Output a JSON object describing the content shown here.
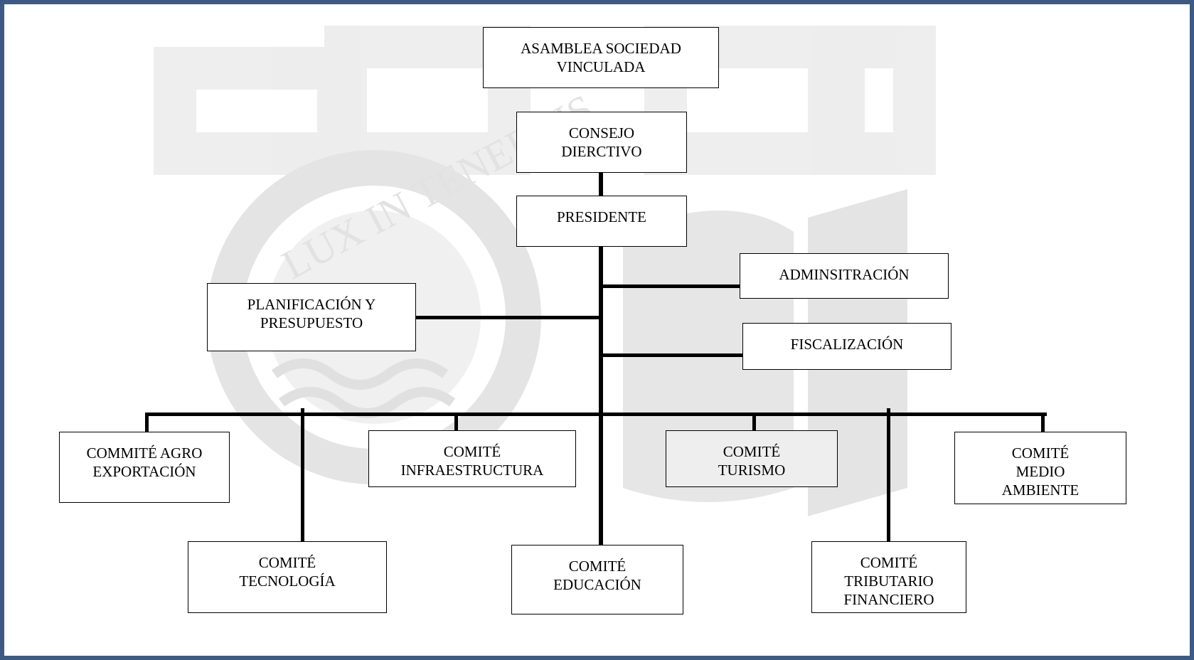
{
  "colors": {
    "frame_border": "#3c5a84",
    "line": "#000000",
    "box_border": "#000000",
    "watermark": "#e7e7e7"
  },
  "watermark": {
    "seal_motto": "LUX IN TENEBRIS LUCET"
  },
  "nodes": {
    "asamblea": "ASAMBLEA SOCIEDAD\nVINCULADA",
    "consejo": "CONSEJO\nDIERCTIVO",
    "presidente": "PRESIDENTE",
    "administracion": "ADMINSITRACIÓN",
    "planificacion": "PLANIFICACIÓN Y\nPRESUPUESTO",
    "fiscalizacion": "FISCALIZACIÓN",
    "agro": "COMMITÉ AGRO\nEXPORTACIÓN",
    "infraestructura": "COMITÉ\nINFRAESTRUCTURA",
    "turismo": "COMITÉ\nTURISMO",
    "medio_ambiente": "COMITÉ\nMEDIO\nAMBIENTE",
    "tecnologia": "COMITÉ\nTECNOLOGÍA",
    "educacion": "COMITÉ\nEDUCACIÓN",
    "tributario": "COMITÉ\nTRIBUTARIO\nFINANCIERO"
  }
}
